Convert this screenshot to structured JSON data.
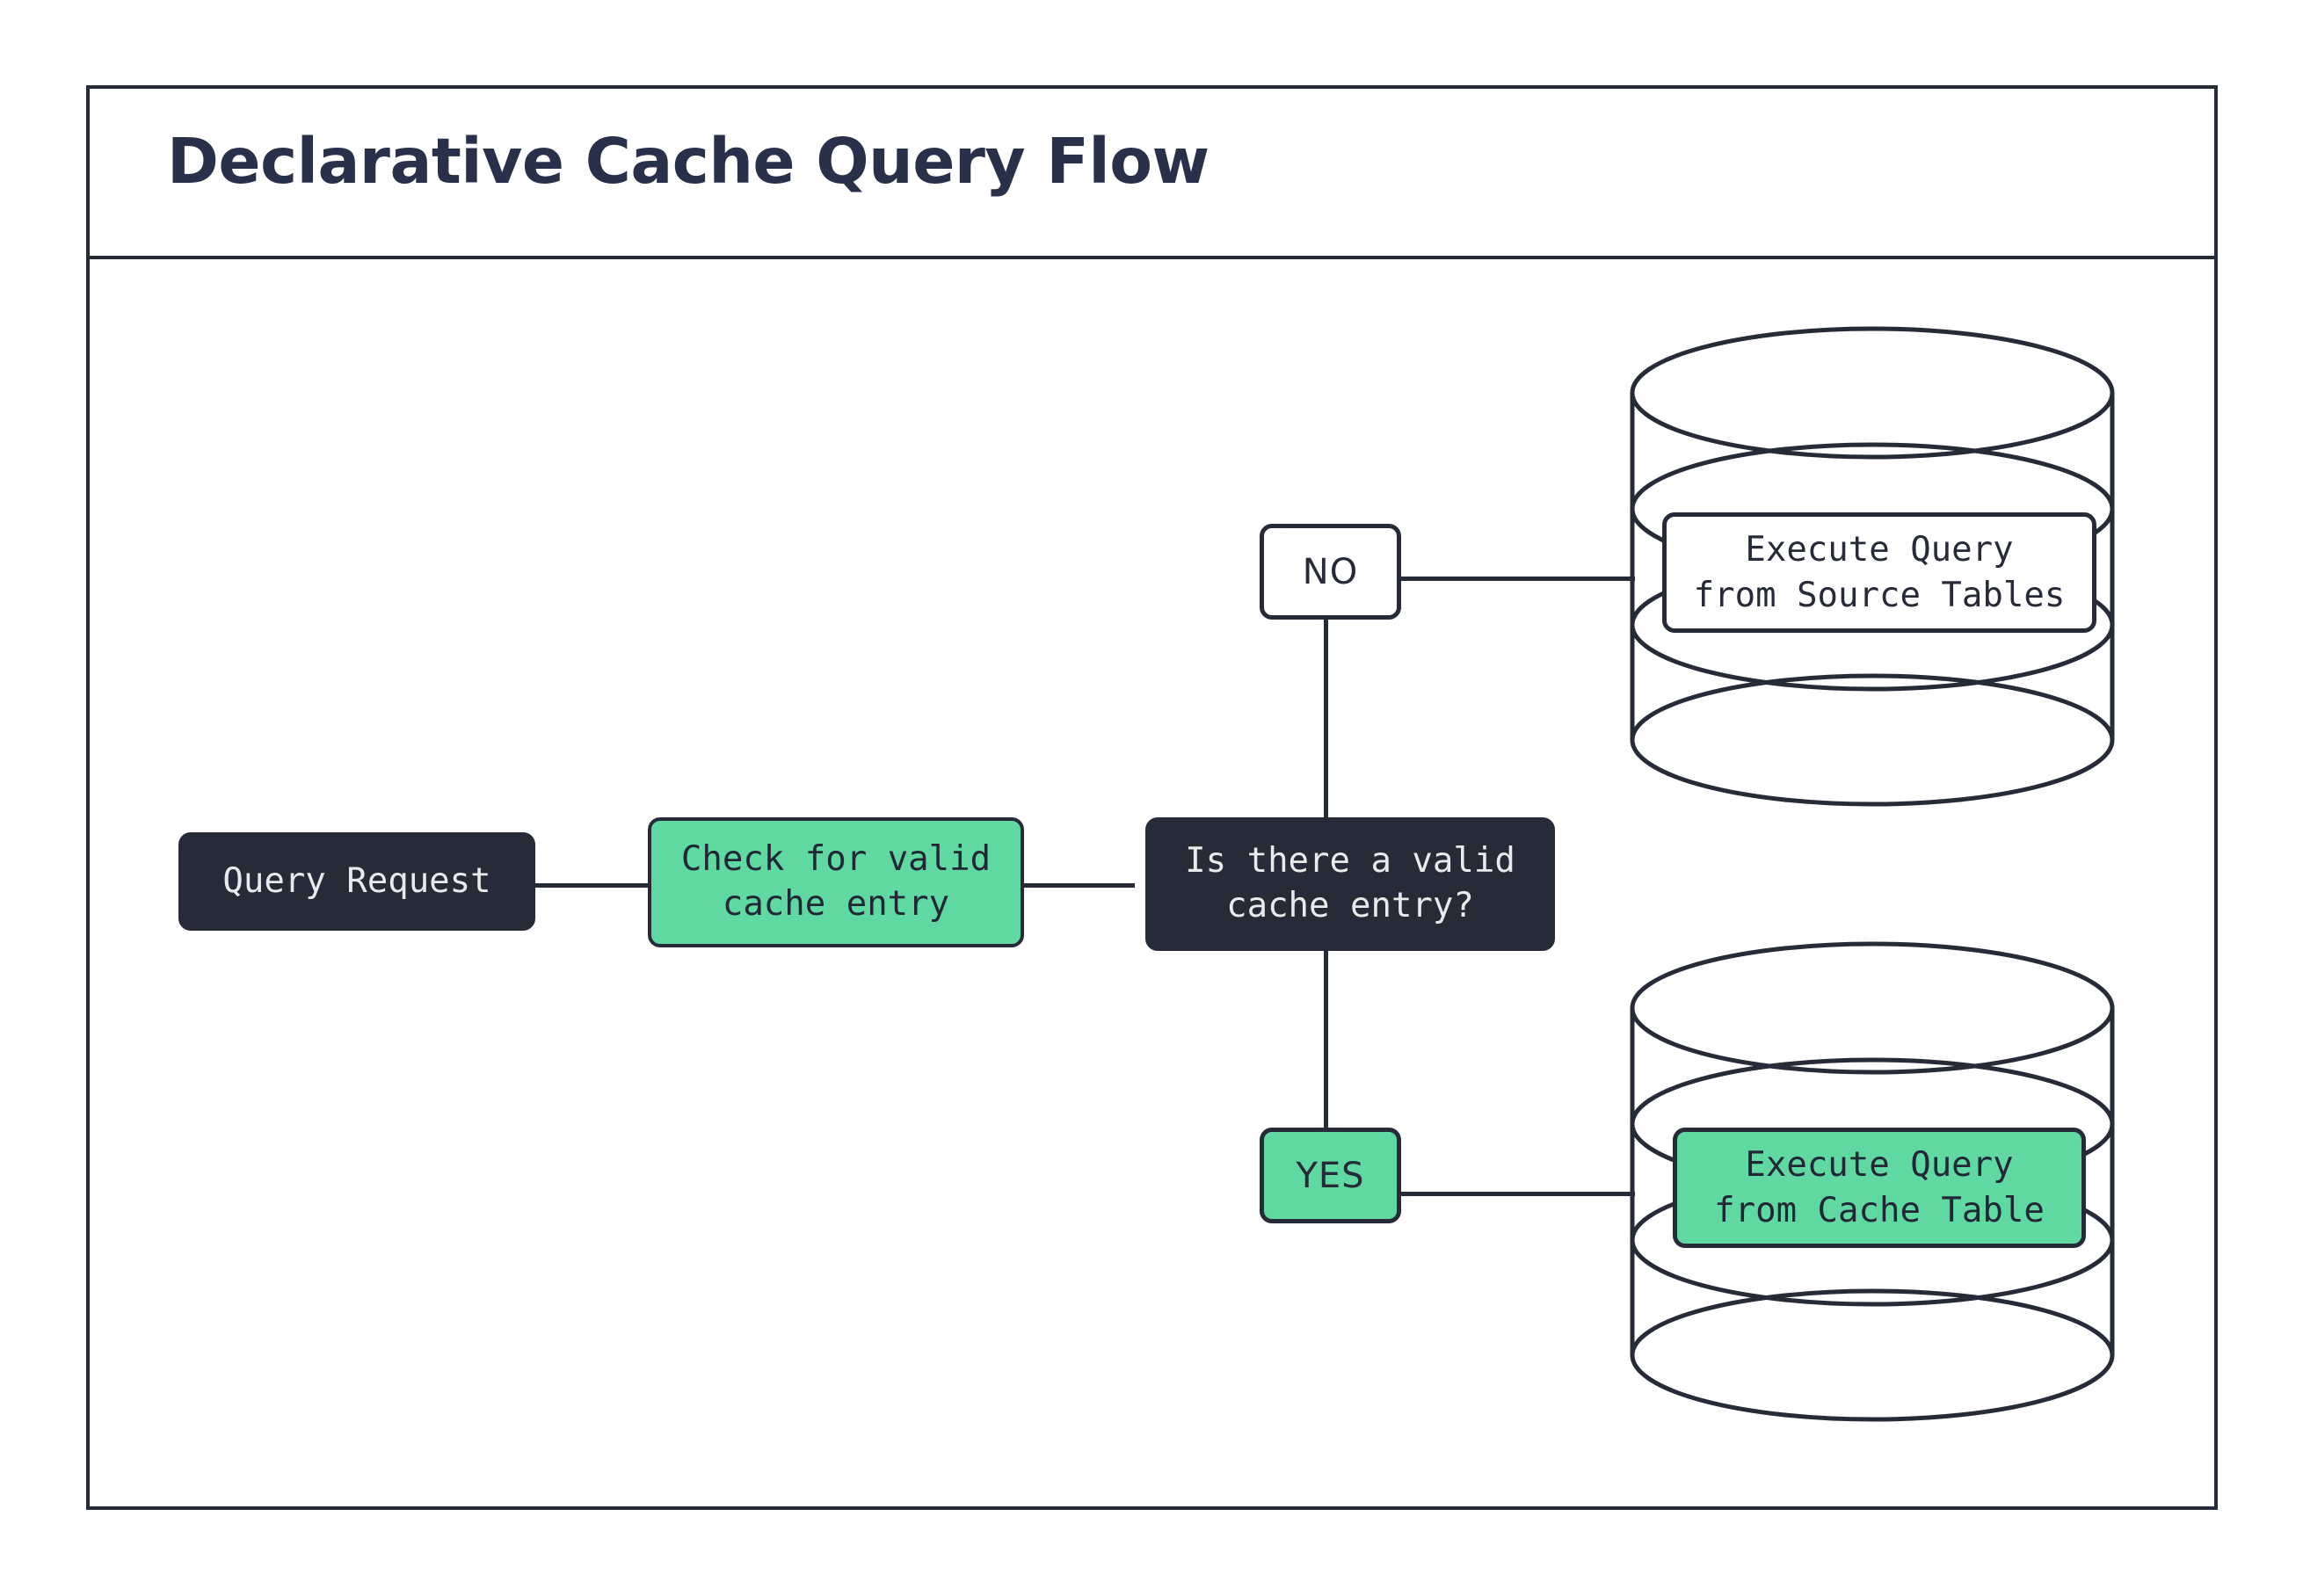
{
  "title": "Declarative Cache Query Flow",
  "colors": {
    "ink": "#272b38",
    "accent_green": "#5fd9a1",
    "page_background": "#ffffff",
    "dark_node_text": "#e8eaed",
    "title_text": "#28304a"
  },
  "nodes": {
    "query_request": {
      "label": "Query Request",
      "style": "dark"
    },
    "check_cache": {
      "label": "Check for valid\ncache entry",
      "style": "green"
    },
    "decision": {
      "label": "Is there a valid\ncache entry?",
      "style": "dark"
    },
    "source_db": {
      "label": "Execute Query\nfrom Source Tables",
      "style": "white",
      "shape": "database-cylinder"
    },
    "cache_db": {
      "label": "Execute Query\nfrom Cache Table",
      "style": "green",
      "shape": "database-cylinder"
    }
  },
  "branches": {
    "no": {
      "label": "NO",
      "style": "white"
    },
    "yes": {
      "label": "YES",
      "style": "green"
    }
  },
  "edges": [
    {
      "from": "query_request",
      "to": "check_cache"
    },
    {
      "from": "check_cache",
      "to": "decision"
    },
    {
      "from": "decision",
      "to": "no"
    },
    {
      "from": "no",
      "to": "source_db"
    },
    {
      "from": "decision",
      "to": "yes"
    },
    {
      "from": "yes",
      "to": "cache_db"
    }
  ]
}
